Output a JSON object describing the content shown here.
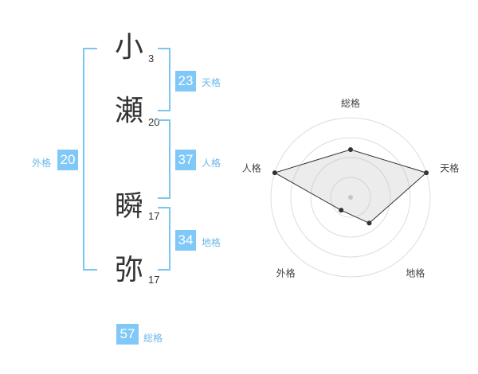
{
  "name_chars": [
    {
      "char": "小",
      "strokes": "3"
    },
    {
      "char": "瀬",
      "strokes": "20"
    },
    {
      "char": "瞬",
      "strokes": "17"
    },
    {
      "char": "弥",
      "strokes": "17"
    }
  ],
  "kakusu": {
    "tenkaku": {
      "value": "23",
      "label": "天格"
    },
    "jinkaku": {
      "value": "37",
      "label": "人格"
    },
    "chikaku": {
      "value": "34",
      "label": "地格"
    },
    "gaikaku": {
      "value": "20",
      "label": "外格"
    },
    "soukaku": {
      "value": "57",
      "label": "総格"
    }
  },
  "colors": {
    "accent": "#80c8f8",
    "bracket": "#7cc4f2",
    "label": "#6bb8ea",
    "text": "#333333"
  },
  "chart_data": {
    "type": "radar",
    "axes": [
      "総格",
      "天格",
      "地格",
      "外格",
      "人格"
    ],
    "values": [
      3,
      5,
      2,
      1,
      5
    ],
    "max": 5,
    "rings": 4,
    "grid": true,
    "legend": false
  }
}
